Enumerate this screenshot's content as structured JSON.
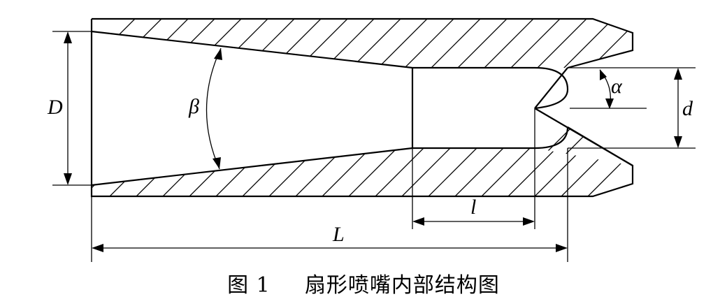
{
  "figure": {
    "caption_number": "图 1",
    "caption_title": "扇形喷嘴内部结构图",
    "labels": {
      "D": "D",
      "beta": "β",
      "alpha": "α",
      "d": "d",
      "l": "l",
      "L": "L"
    }
  }
}
